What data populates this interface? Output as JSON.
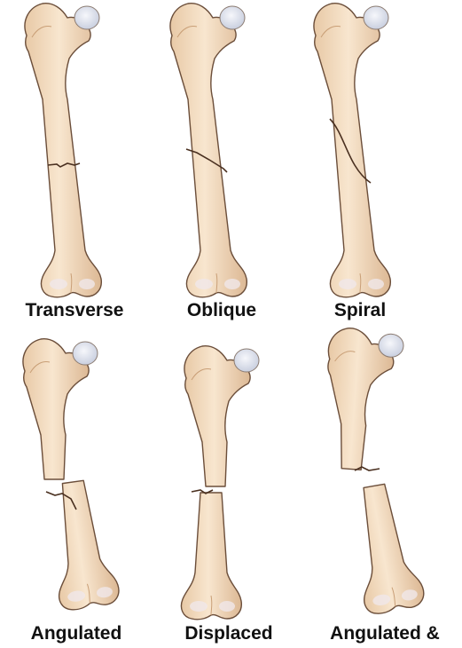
{
  "figure": {
    "background": "#ffffff",
    "bone_color": "#f3dcc0",
    "bone_shade": "#d9b58e",
    "outline_color": "#6b4e3a",
    "fracture_color": "#4a3020",
    "cartilage_color": "#eef0f7"
  },
  "fractures": [
    {
      "label": "Transverse",
      "type": "transverse"
    },
    {
      "label": "Oblique",
      "type": "oblique"
    },
    {
      "label": "Spiral",
      "type": "spiral"
    },
    {
      "label": "Angulated",
      "type": "angulated"
    },
    {
      "label": "Displaced",
      "type": "displaced"
    },
    {
      "label": "Angulated &",
      "type": "angulated-displaced"
    }
  ]
}
